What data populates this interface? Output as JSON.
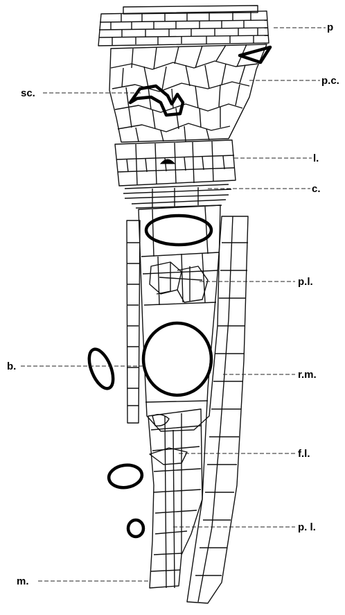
{
  "labels": {
    "p": "p",
    "pc": "p.c.",
    "sc": "sc.",
    "l": "l.",
    "c": "c.",
    "pl_upper": "p.l.",
    "b": "b.",
    "rm": "r.m.",
    "fl": "f.l.",
    "pl_lower": "p. l.",
    "m": "m."
  }
}
